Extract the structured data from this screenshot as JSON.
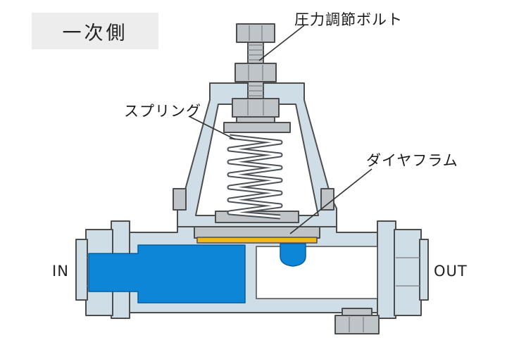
{
  "title_box": {
    "label": "一次側"
  },
  "callouts": {
    "pressure_bolt": "圧力調節ボルト",
    "spring": "スプリング",
    "diaphragm": "ダイヤフラム"
  },
  "ports": {
    "in": "IN",
    "out": "OUT"
  },
  "colors": {
    "body": "#cfdde6",
    "metal": "#bfc4c8",
    "fluid": "#0d86d8",
    "diaphragm": "#f3b71e",
    "cavity_white": "#ffffff",
    "outline": "#4d4d4d",
    "title_box_bg": "#ededed"
  }
}
